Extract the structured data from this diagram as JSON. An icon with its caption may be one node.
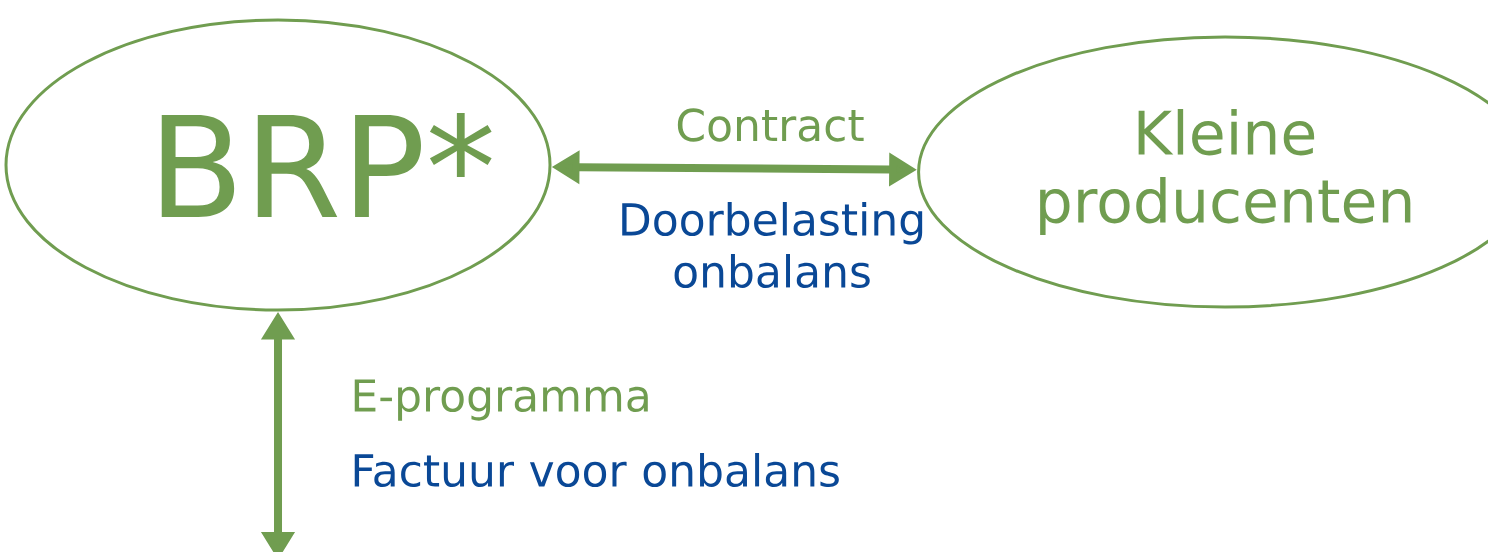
{
  "diagram": {
    "nodes": [
      {
        "text": [
          "BRP*"
        ]
      },
      {
        "text": [
          "Kleine producenten"
        ]
      }
    ],
    "edges": [
      {
        "from": 0,
        "to": 1,
        "arrow": "both",
        "label": "Contract"
      },
      {
        "from": 0,
        "to": null,
        "arrow": "both",
        "label": "E-programma"
      }
    ],
    "labels": [
      "Doorbelasting onbalans",
      "Factuur voor onbalans"
    ]
  }
}
